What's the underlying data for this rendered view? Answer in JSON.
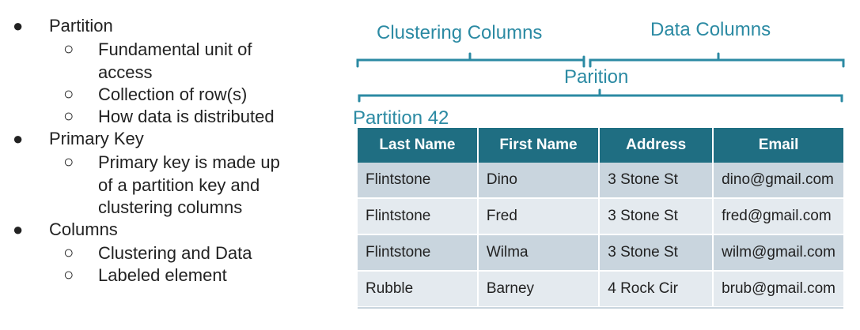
{
  "outline": [
    {
      "bullet": "●",
      "label": "Partition",
      "sub": [
        {
          "bullet": "○",
          "lines": [
            "Fundamental unit of",
            "access"
          ]
        },
        {
          "bullet": "○",
          "lines": [
            "Collection of row(s)"
          ]
        },
        {
          "bullet": "○",
          "lines": [
            "How data is distributed"
          ]
        }
      ]
    },
    {
      "bullet": "●",
      "label": "Primary Key",
      "sub": [
        {
          "bullet": "○",
          "lines": [
            "Primary key is made up",
            "of a partition key and",
            "clustering columns"
          ]
        }
      ]
    },
    {
      "bullet": "●",
      "label": "Columns",
      "sub": [
        {
          "bullet": "○",
          "lines": [
            "Clustering and Data"
          ]
        },
        {
          "bullet": "○",
          "lines": [
            "Labeled element"
          ]
        }
      ]
    }
  ],
  "diagram": {
    "clustering_label": "Clustering Columns",
    "data_label": "Data Columns",
    "partition_label": "Parition",
    "partition_name": "Partition 42",
    "colors": {
      "accent": "#2b8aa3",
      "header_bg": "#1f6e82",
      "row_dark": "#c9d5de",
      "row_light": "#e4eaef"
    },
    "table": {
      "headers": [
        "Last Name",
        "First Name",
        "Address",
        "Email"
      ],
      "rows": [
        [
          "Flintstone",
          "Dino",
          "3 Stone St",
          "dino@gmail.com"
        ],
        [
          "Flintstone",
          "Fred",
          "3 Stone St",
          "fred@gmail.com"
        ],
        [
          "Flintstone",
          "Wilma",
          "3 Stone St",
          "wilm@gmail.com"
        ],
        [
          "Rubble",
          "Barney",
          "4 Rock Cir",
          "brub@gmail.com"
        ]
      ]
    }
  }
}
